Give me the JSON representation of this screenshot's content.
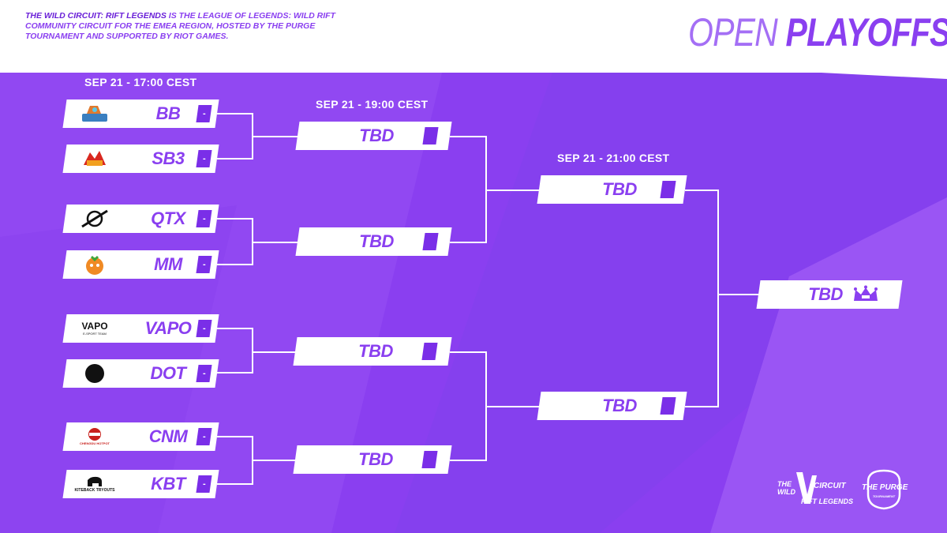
{
  "header": {
    "intro_bold": "The Wild Circuit: Rift Legends",
    "intro_rest": " is the League of Legends: Wild Rift community circuit for the EMEA region, hosted by the Purge tournament and supported by Riot Games.",
    "title_open": "Open",
    "title_playoffs": "Playoffs"
  },
  "rounds": {
    "round1_date": "SEP 21 - 17:00 CEST",
    "round2_date": "SEP 21 - 19:00 CEST",
    "round3_date": "SEP 21 - 21:00 CEST"
  },
  "teams": [
    {
      "tag": "BB",
      "score": "-",
      "logo_icon": "bb-logo-icon"
    },
    {
      "tag": "SB3",
      "score": "-",
      "logo_icon": "sb3-logo-icon"
    },
    {
      "tag": "QTX",
      "score": "-",
      "logo_icon": "qtx-logo-icon"
    },
    {
      "tag": "MM",
      "score": "-",
      "logo_icon": "mm-logo-icon"
    },
    {
      "tag": "VAPO",
      "score": "-",
      "logo_icon": "vapo-logo-icon",
      "logo_text": "VAPO",
      "logo_subtext": "E-SPORT TEAM"
    },
    {
      "tag": "DOT",
      "score": "-",
      "logo_icon": "dot-logo-icon"
    },
    {
      "tag": "CNM",
      "score": "-",
      "logo_icon": "cnm-logo-icon",
      "logo_text": "CHENGDU HOTPOT"
    },
    {
      "tag": "KBT",
      "score": "-",
      "logo_icon": "kbt-logo-icon",
      "logo_text": "KITEBACK TRYOUTS"
    }
  ],
  "semis": [
    {
      "tag": "TBD"
    },
    {
      "tag": "TBD"
    },
    {
      "tag": "TBD"
    },
    {
      "tag": "TBD"
    }
  ],
  "finals_slots": [
    {
      "tag": "TBD"
    },
    {
      "tag": "TBD"
    }
  ],
  "champion": {
    "tag": "TBD",
    "icon": "crown-icon"
  },
  "footer": {
    "wild_circuit_line1": "THE WILD",
    "wild_circuit_line2": "CIRCUIT",
    "wild_circuit_line3": "RIFT LEGENDS",
    "purge_line1": "THE PURGE",
    "purge_line2": "TOURNAMENT"
  },
  "colors": {
    "background": "#8a3ff0",
    "accent": "#7a2ee8",
    "card": "#ffffff"
  }
}
